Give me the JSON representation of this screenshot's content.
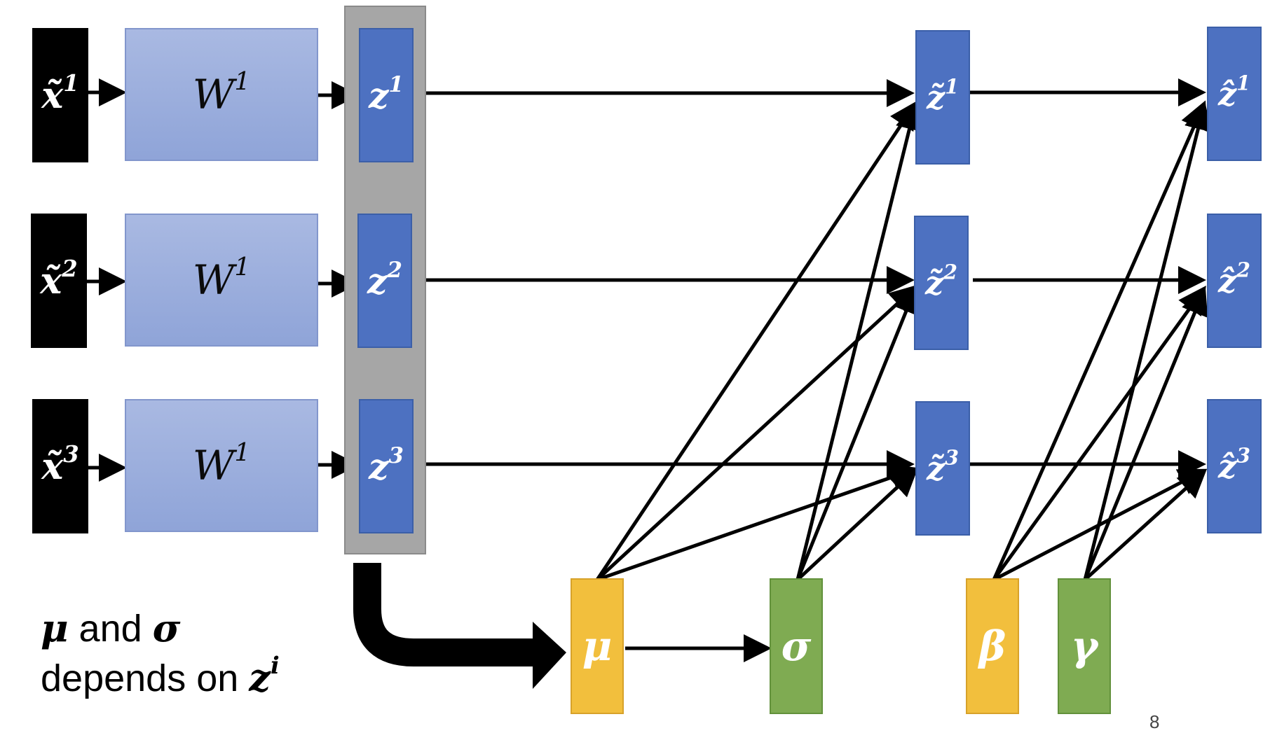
{
  "inputs": [
    {
      "base": "x̃",
      "sup": "1"
    },
    {
      "base": "x̃",
      "sup": "2"
    },
    {
      "base": "x̃",
      "sup": "3"
    }
  ],
  "weights": [
    {
      "base": "W",
      "sup": "1"
    },
    {
      "base": "W",
      "sup": "1"
    },
    {
      "base": "W",
      "sup": "1"
    }
  ],
  "z": [
    {
      "base": "z",
      "sup": "1"
    },
    {
      "base": "z",
      "sup": "2"
    },
    {
      "base": "z",
      "sup": "3"
    }
  ],
  "z_tilde": [
    {
      "base": "z̃",
      "sup": "1"
    },
    {
      "base": "z̃",
      "sup": "2"
    },
    {
      "base": "z̃",
      "sup": "3"
    }
  ],
  "z_hat": [
    {
      "base": "ẑ",
      "sup": "1"
    },
    {
      "base": "ẑ",
      "sup": "2"
    },
    {
      "base": "ẑ",
      "sup": "3"
    }
  ],
  "stats": {
    "mu": "μ",
    "sigma": "σ",
    "beta": "β",
    "gamma": "γ"
  },
  "caption": {
    "mu": "μ",
    "and": " and ",
    "sigma": "σ",
    "line2": "depends on ",
    "z": "z",
    "z_sup": "i"
  },
  "page_number": "8",
  "colors": {
    "input": "#000000",
    "weight": "#9aaddc",
    "z": "#4d71c1",
    "mu_beta": "#f2bf3d",
    "sigma_gamma": "#7fab52",
    "band": "#a6a6a6"
  }
}
